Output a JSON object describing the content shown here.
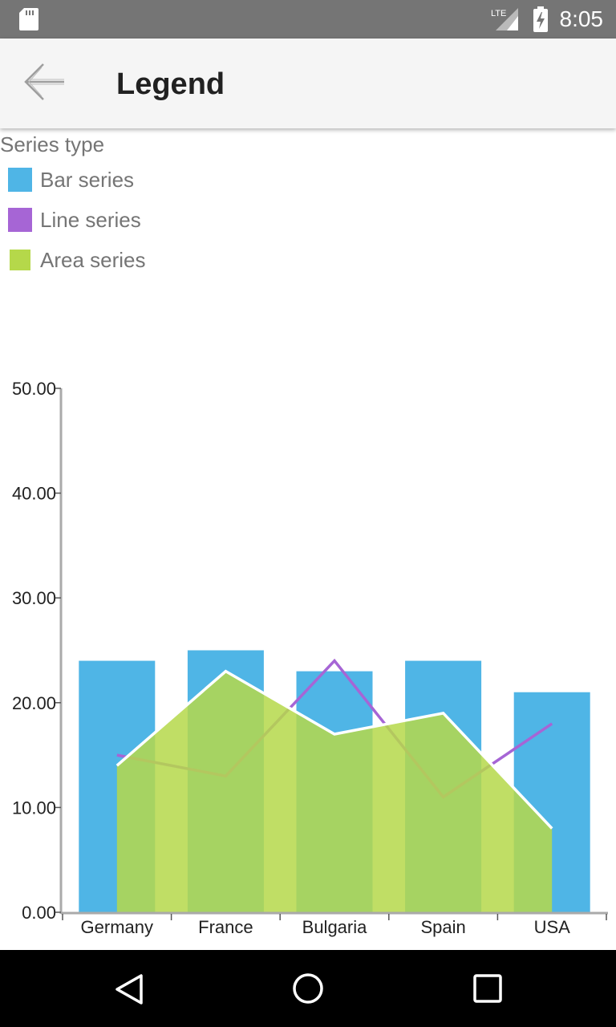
{
  "status_bar": {
    "time": "8:05",
    "network": "LTE"
  },
  "app_bar": {
    "title": "Legend"
  },
  "legend": {
    "title": "Series type",
    "items": [
      {
        "label": "Bar series",
        "color": "#4fb5e6"
      },
      {
        "label": "Line series",
        "color": "#a665d5"
      },
      {
        "label": "Area series",
        "color": "#b5d84a"
      }
    ]
  },
  "chart_data": {
    "type": "bar",
    "categories": [
      "Germany",
      "France",
      "Bulgaria",
      "Spain",
      "USA"
    ],
    "ylim": [
      0,
      50
    ],
    "yticks": [
      "0.00",
      "10.00",
      "20.00",
      "30.00",
      "40.00",
      "50.00"
    ],
    "series": [
      {
        "name": "Bar series",
        "type": "bar",
        "color": "#4fb5e6",
        "values": [
          24,
          25,
          23,
          24,
          21
        ]
      },
      {
        "name": "Line series",
        "type": "line",
        "color": "#a665d5",
        "values": [
          15,
          13,
          24,
          11,
          18
        ]
      },
      {
        "name": "Area series",
        "type": "area",
        "color": "#b5d84a",
        "values": [
          14,
          23,
          17,
          19,
          8
        ]
      }
    ]
  }
}
